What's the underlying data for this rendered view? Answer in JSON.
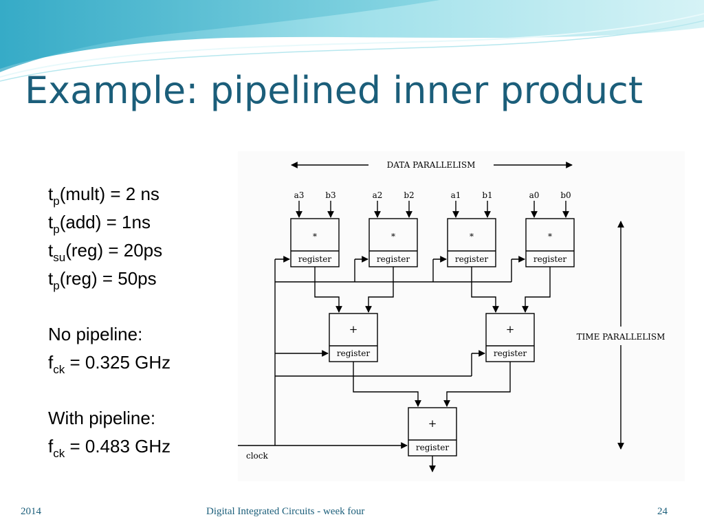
{
  "slide": {
    "title": "Example: pipelined inner product"
  },
  "timing": {
    "mult": {
      "var": "t",
      "sub": "p",
      "text": "(mult) = 2 ns"
    },
    "add": {
      "var": "t",
      "sub": "p",
      "text": "(add) = 1ns"
    },
    "setup": {
      "var": "t",
      "sub": "su",
      "text": "(reg) = 20ps"
    },
    "reg": {
      "var": "t",
      "sub": "p",
      "text": "(reg) = 50ps"
    }
  },
  "no_pipeline": {
    "heading": "No pipeline:",
    "var": "f",
    "sub": "ck",
    "value": " = 0.325 GHz"
  },
  "with_pipeline": {
    "heading": "With pipeline:",
    "var": "f",
    "sub": "ck",
    "value": " = 0.483 GHz"
  },
  "diagram": {
    "data_parallelism": "DATA PARALLELISM",
    "time_parallelism": "TIME PARALLELISM",
    "clock": "clock",
    "register": "register",
    "mult_symbol": "*",
    "add_symbol": "+",
    "inputs": {
      "a3": "a3",
      "b3": "b3",
      "a2": "a2",
      "b2": "b2",
      "a1": "a1",
      "b1": "b1",
      "a0": "a0",
      "b0": "b0"
    }
  },
  "footer": {
    "year": "2014",
    "course": "Digital Integrated Circuits - week four",
    "page": "24"
  },
  "colors": {
    "title": "#1b5e7a",
    "wave_light": "#c6eef3",
    "wave_mid": "#7fd2e0",
    "wave_dark": "#2fa7c4"
  }
}
